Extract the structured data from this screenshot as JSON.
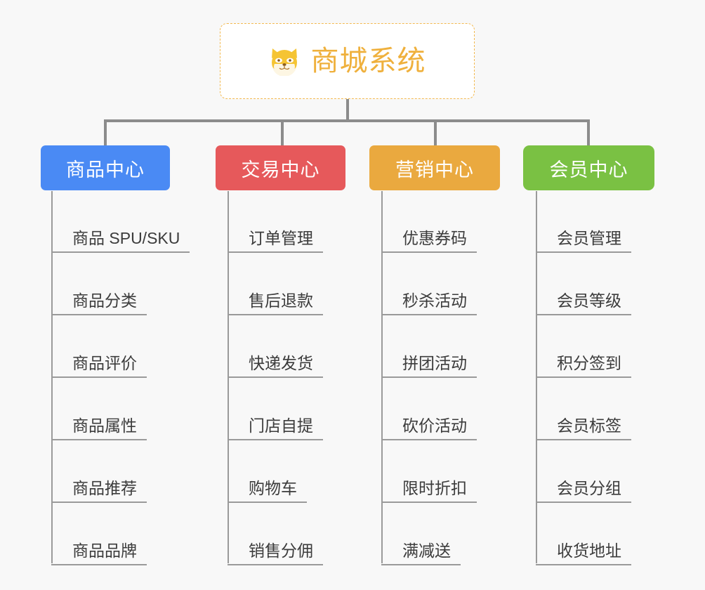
{
  "background_color": "#f8f8f8",
  "root": {
    "icon": "shiba-dog-icon",
    "title": "商城系统",
    "title_color": "#efb03c",
    "border_color": "#f3b94f"
  },
  "connector_color": "#8c8c8c",
  "leaf_line_color": "#9a9a9a",
  "columns": [
    {
      "label": "商品中心",
      "color": "#4a8af4",
      "items": [
        "商品 SPU/SKU",
        "商品分类",
        "商品评价",
        "商品属性",
        "商品推荐",
        "商品品牌"
      ]
    },
    {
      "label": "交易中心",
      "color": "#e6595b",
      "items": [
        "订单管理",
        "售后退款",
        "快递发货",
        "门店自提",
        "购物车",
        "销售分佣"
      ]
    },
    {
      "label": "营销中心",
      "color": "#eaa93f",
      "items": [
        "优惠券码",
        "秒杀活动",
        "拼团活动",
        "砍价活动",
        "限时折扣",
        "满减送"
      ]
    },
    {
      "label": "会员中心",
      "color": "#7ac143",
      "items": [
        "会员管理",
        "会员等级",
        "积分签到",
        "会员标签",
        "会员分组",
        "收货地址"
      ]
    }
  ]
}
